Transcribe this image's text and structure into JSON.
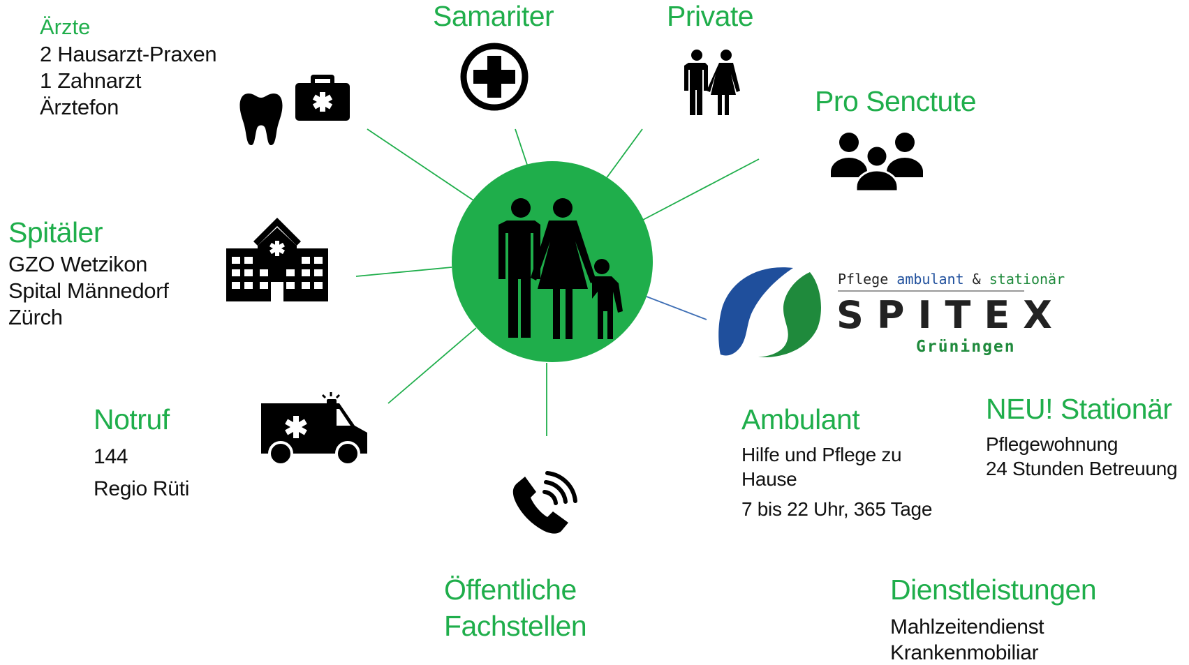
{
  "center": {
    "icon": "family-icon",
    "color": "#1fae4b"
  },
  "aerzte": {
    "title": "Ärzte",
    "items": [
      "2 Hausarzt-Praxen",
      "1 Zahnarzt",
      "Ärztefon"
    ]
  },
  "samariter": {
    "title": "Samariter"
  },
  "private": {
    "title": "Private"
  },
  "pro_senectute": {
    "title": "Pro Senctute"
  },
  "spitaeler": {
    "title": "Spitäler",
    "items": [
      "GZO Wetzikon",
      "Spital Männedorf",
      "Zürch"
    ]
  },
  "notruf": {
    "title": "Notruf",
    "items": [
      "144",
      "Regio Rüti"
    ]
  },
  "oeffentliche": {
    "title_line1": "Öffentliche",
    "title_line2": "Fachstellen"
  },
  "spitex_logo": {
    "tagline_part1": "Pflege ",
    "tagline_part2": "ambulant",
    "tagline_part3": " & ",
    "tagline_part4": "stationär",
    "name": "SPITEX",
    "place": "Grüningen",
    "colors": {
      "blue": "#1f4f9c",
      "green": "#1f8a3c"
    }
  },
  "ambulant": {
    "title": "Ambulant",
    "line1": "Hilfe und Pflege zu",
    "line2": "Hause",
    "line3": "7 bis 22 Uhr, 365 Tage"
  },
  "stationaer": {
    "title": "NEU! Stationär",
    "line1": "Pflegewohnung",
    "line2": "24 Stunden Betreuung"
  },
  "dienstleistungen": {
    "title": "Dienstleistungen",
    "items": [
      "Mahlzeitendienst",
      "Krankenmobiliar"
    ]
  },
  "colors": {
    "accent_green": "#1fae4b",
    "text": "#111111",
    "link_blue": "#3f6fb5"
  }
}
